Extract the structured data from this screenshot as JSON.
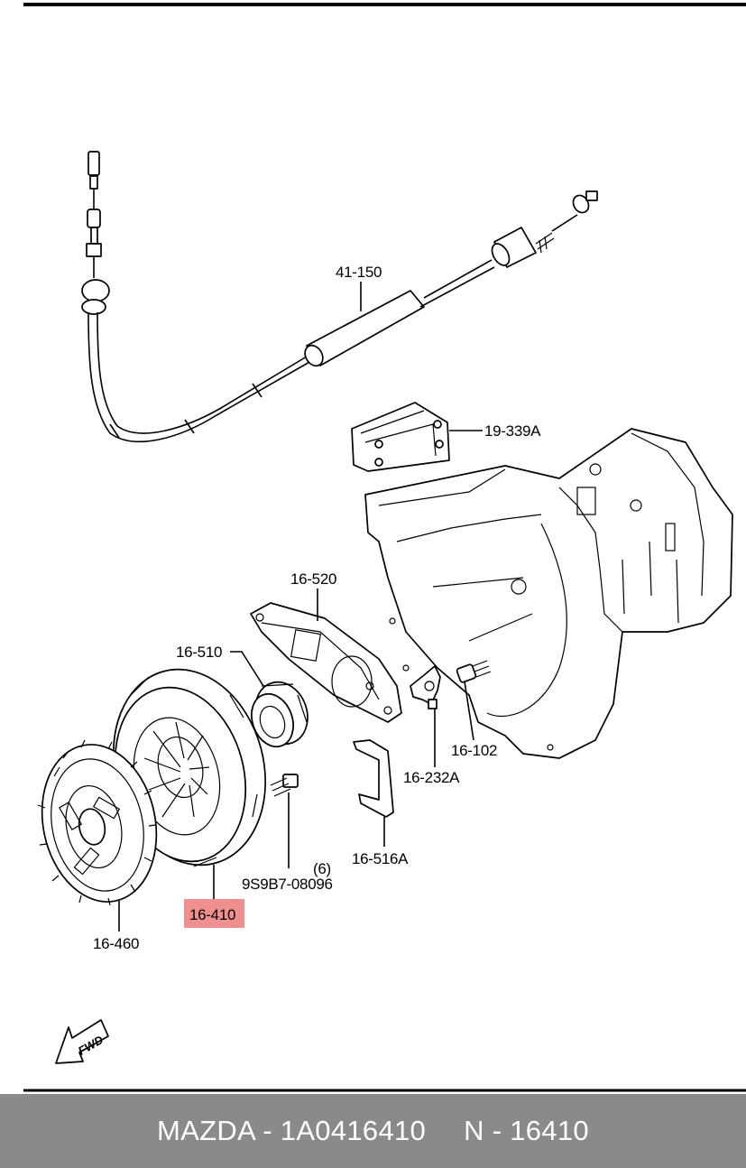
{
  "labels": {
    "cable": "41-150",
    "bracket": "19-339A",
    "plate": "16-520",
    "bearing": "16-510",
    "fork": "16-232A",
    "pin": "16-102",
    "clip": "16-516A",
    "bolt_qty": "(6)",
    "bolt": "9S9B7-08096",
    "cover": "16-410",
    "disc": "16-460",
    "fwd": "FWD"
  },
  "highlight": {
    "part": "16-410",
    "color": "#f08f8f"
  },
  "footer": {
    "brand": "MAZDA - 1A0416410",
    "ref": "N - 16410",
    "background": "#8a8a8a"
  }
}
